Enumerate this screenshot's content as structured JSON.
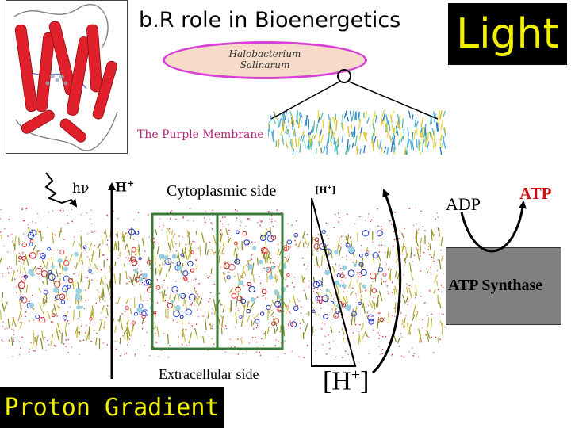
{
  "title": "b.R role in Bioenergetics",
  "light_label": "Light",
  "organism": {
    "line1": "Halobacterium",
    "line2": "Salinarum"
  },
  "purple_membrane_label": "The Purple Membrane",
  "labels": {
    "hv": "hν",
    "h_plus_top": "H",
    "h_plus_top_sup": "+",
    "cytoplasmic": "Cytoplasmic side",
    "h_plus_small": "[H",
    "h_plus_small_sup": "+",
    "h_plus_small_close": "]",
    "extracellular": "Extracellular side",
    "h_plus_big": "[H",
    "h_plus_big_sup": "+",
    "h_plus_big_close": "]",
    "adp": "ADP",
    "atp": "ATP",
    "atp_synthase": "ATP Synthase",
    "proton_gradient": "Proton Gradient"
  },
  "colors": {
    "light_text": "#f0f000",
    "light_bg": "#000000",
    "ellipse_border": "#d93fd8",
    "ellipse_fill": "#f6dcc8",
    "purple_label": "#b0287a",
    "atp": "#d01010",
    "synthase_box": "#808080",
    "helix_red": "#e0202a",
    "channel_green": "#3a7a3a"
  }
}
